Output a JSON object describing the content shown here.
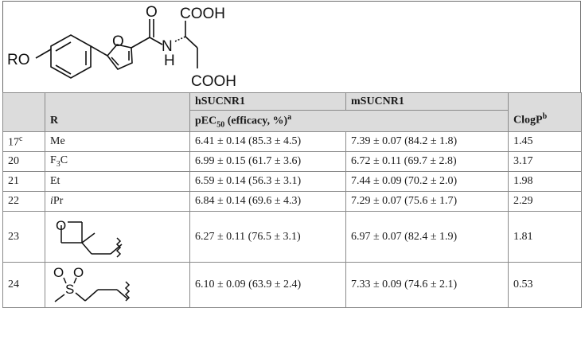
{
  "scheme": {
    "substituent_label": "RO",
    "furan_oxygen": "O",
    "carbonyl_oxygen": "O",
    "acid_top": "COOH",
    "amide_n": "N",
    "amide_h": "H",
    "acid_bottom": "COOH"
  },
  "table": {
    "header": {
      "col_r": "R",
      "col_h_target": "hSUCNR1",
      "col_m_target": "mSUCNR1",
      "col_metric_prefix": "pEC",
      "col_metric_sub": "50",
      "col_metric_suffix": " (efficacy, %)",
      "col_metric_sup": "a",
      "col_clogp": "ClogP",
      "col_clogp_sup": "b"
    },
    "rows": [
      {
        "id": "17",
        "id_sup": "c",
        "r": "Me",
        "h": "6.41 ± 0.14 (85.3 ± 4.5)",
        "m": "7.39 ± 0.07 (84.2 ± 1.8)",
        "clogp": "1.45"
      },
      {
        "id": "20",
        "id_sup": "",
        "r_main": "F",
        "r_sub": "3",
        "r_tail": "C",
        "h": "6.99 ± 0.15 (61.7 ± 3.6)",
        "m": "6.72 ± 0.11 (69.7 ± 2.8)",
        "clogp": "3.17"
      },
      {
        "id": "21",
        "id_sup": "",
        "r": "Et",
        "h": "6.59 ± 0.14 (56.3 ± 3.1)",
        "m": "7.44 ± 0.09 (70.2 ± 2.0)",
        "clogp": "1.98"
      },
      {
        "id": "22",
        "id_sup": "",
        "r_italic": "i",
        "r_rest": "Pr",
        "h": "6.84 ± 0.14 (69.6 ± 4.3)",
        "m": "7.29 ± 0.07 (75.6 ± 1.7)",
        "clogp": "2.29"
      },
      {
        "id": "23",
        "id_sup": "",
        "r_struct_o": "O",
        "h": "6.27 ± 0.11 (76.5 ± 3.1)",
        "m": "6.97 ± 0.07 (82.4 ± 1.9)",
        "clogp": "1.81"
      },
      {
        "id": "24",
        "id_sup": "",
        "r_struct_o1": "O",
        "r_struct_o2": "O",
        "r_struct_s": "S",
        "h": "6.10 ± 0.09 (63.9 ± 2.4)",
        "m": "7.33 ± 0.09 (74.6 ± 2.1)",
        "clogp": "0.53"
      }
    ]
  }
}
